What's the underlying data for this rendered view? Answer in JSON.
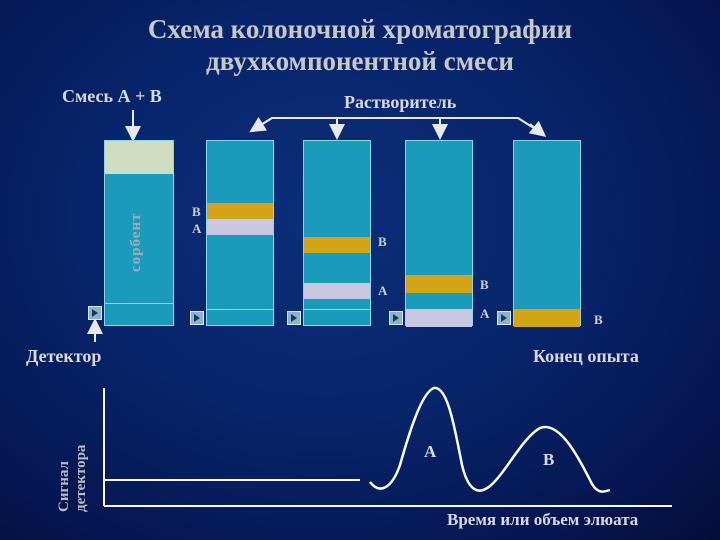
{
  "title_line1": "Схема колоночной хроматографии",
  "title_line2": "двухкомпонентной смеси",
  "mixture_label": "Смесь А + В",
  "solvent_label": "Растворитель",
  "sorbent_label": "сорбент",
  "detector_label": "Детектор",
  "end_label": "Конец опыта",
  "band_labels": {
    "c2_b": "В",
    "c2_a": "А",
    "c3_b": "В",
    "c3_a": "А",
    "c4_b": "В",
    "c4_a": "А",
    "c5_b": "В"
  },
  "chart": {
    "ylabel_line1": "Сигнал",
    "ylabel_line2": "детектора",
    "xlabel": "Время или объем элюата",
    "peak_a": "А",
    "peak_b": "В"
  },
  "colors": {
    "column": "#1a9bbb",
    "band_b": "#d4a417",
    "band_a": "#c8c8e0",
    "mixture": "#d0dcc0"
  }
}
